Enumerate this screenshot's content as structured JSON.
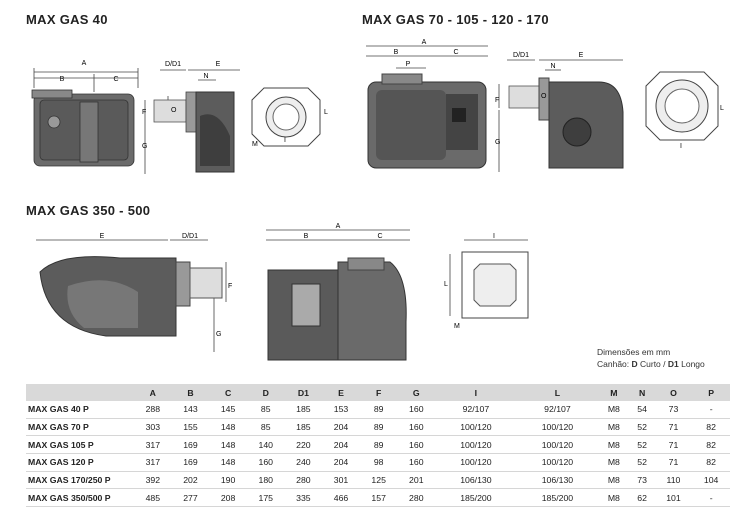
{
  "titles": {
    "max40": "MAX GAS 40",
    "max70": "MAX GAS 70 - 105 - 120 - 170",
    "max350": "MAX GAS 350 - 500"
  },
  "note": {
    "line1": "Dimensões em mm",
    "prefix": "Canhão: ",
    "d": "D",
    "curto": " Curto / ",
    "d1": "D1",
    "longo": " Longo"
  },
  "dims": {
    "A": "A",
    "B": "B",
    "C": "C",
    "D_D1": "D/D1",
    "E": "E",
    "F": "F",
    "G": "G",
    "I": "I",
    "L": "L",
    "M": "M",
    "N": "N",
    "O": "O",
    "P": "P"
  },
  "table": {
    "headers": [
      "",
      "A",
      "B",
      "C",
      "D",
      "D1",
      "E",
      "F",
      "G",
      "I",
      "L",
      "M",
      "N",
      "O",
      "P"
    ],
    "rows": [
      [
        "MAX GAS 40 P",
        "288",
        "143",
        "145",
        "85",
        "185",
        "153",
        "89",
        "160",
        "92/107",
        "92/107",
        "M8",
        "54",
        "73",
        "-"
      ],
      [
        "MAX GAS 70 P",
        "303",
        "155",
        "148",
        "85",
        "185",
        "204",
        "89",
        "160",
        "100/120",
        "100/120",
        "M8",
        "52",
        "71",
        "82"
      ],
      [
        "MAX GAS 105 P",
        "317",
        "169",
        "148",
        "140",
        "220",
        "204",
        "89",
        "160",
        "100/120",
        "100/120",
        "M8",
        "52",
        "71",
        "82"
      ],
      [
        "MAX GAS 120 P",
        "317",
        "169",
        "148",
        "160",
        "240",
        "204",
        "98",
        "160",
        "100/120",
        "100/120",
        "M8",
        "52",
        "71",
        "82"
      ],
      [
        "MAX GAS 170/250 P",
        "392",
        "202",
        "190",
        "180",
        "280",
        "301",
        "125",
        "201",
        "106/130",
        "106/130",
        "M8",
        "73",
        "110",
        "104"
      ],
      [
        "MAX GAS 350/500 P",
        "485",
        "277",
        "208",
        "175",
        "335",
        "466",
        "157",
        "280",
        "185/200",
        "185/200",
        "M8",
        "62",
        "101",
        "-"
      ]
    ]
  }
}
